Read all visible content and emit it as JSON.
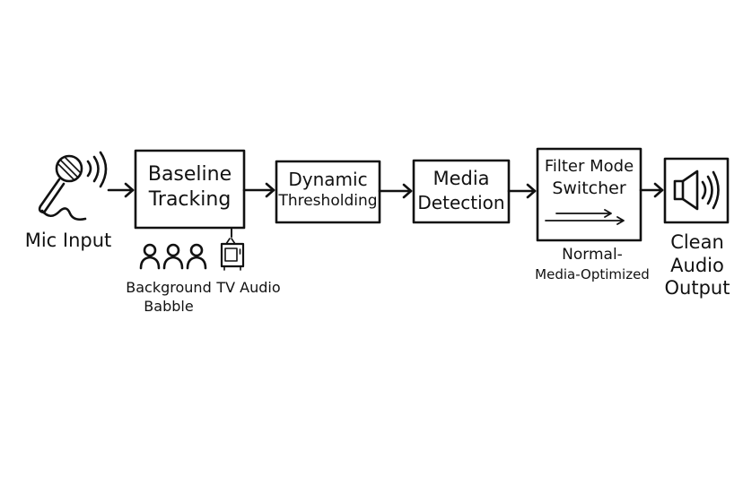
{
  "input": {
    "label": "Mic Input",
    "icon": "microphone-icon"
  },
  "stages": [
    {
      "line1": "Baseline",
      "line2": "Tracking"
    },
    {
      "line1": "Dynamic",
      "line2": "Thresholding"
    },
    {
      "line1": "Media",
      "line2": "Detection"
    },
    {
      "line1": "Filter Mode",
      "line2": "Switcher"
    }
  ],
  "noise_sources": {
    "babble_line1": "Background",
    "babble_line2": "Babble",
    "babble_icon": "people-icon",
    "tv_label": "TV Audio",
    "tv_icon": "tv-icon"
  },
  "switcher_modes": {
    "line1": "Normal-",
    "line2": "Media-Optimized"
  },
  "output": {
    "line1": "Clean",
    "line2": "Audio",
    "line3": "Output",
    "icon": "speaker-icon"
  }
}
